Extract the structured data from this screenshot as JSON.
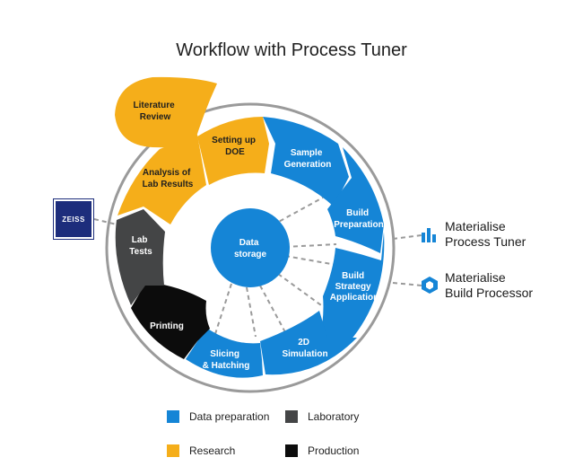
{
  "title": "Workflow with Process Tuner",
  "colors": {
    "data_preparation": "#1585d6",
    "laboratory": "#444546",
    "research": "#f5ae1a",
    "production": "#0c0c0c",
    "center": "#1585d6"
  },
  "center": {
    "line1": "Data",
    "line2": "storage"
  },
  "steps": {
    "literature_review": [
      "Literature",
      "Review"
    ],
    "setting_up_doe": [
      "Setting up",
      "DOE"
    ],
    "sample_generation": [
      "Sample",
      "Generation"
    ],
    "build_preparation": [
      "Build",
      "Preparation"
    ],
    "build_strategy_application": [
      "Build",
      "Strategy",
      "Application"
    ],
    "simulation_2d": [
      "2D",
      "Simulation"
    ],
    "slicing_hatching": [
      "Slicing",
      "& Hatching"
    ],
    "printing": [
      "Printing"
    ],
    "lab_tests": [
      "Lab",
      "Tests"
    ],
    "analysis_lab_results": [
      "Analysis of",
      "Lab Results"
    ]
  },
  "brands": {
    "zeiss": "ZEISS",
    "process_tuner": [
      "Materialise",
      "Process Tuner"
    ],
    "build_processor": [
      "Materialise",
      "Build Processor"
    ]
  },
  "legend": {
    "data_preparation": "Data preparation",
    "laboratory": "Laboratory",
    "research": "Research",
    "production": "Production"
  }
}
